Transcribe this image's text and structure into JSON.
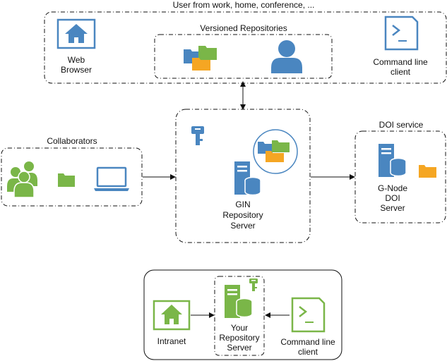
{
  "top_group": {
    "title": "User from work, home, conference, ...",
    "web_browser": [
      "Web",
      "Browser"
    ],
    "versioned_repositories": "Versioned Repositories",
    "command_line": [
      "Command line",
      "client"
    ]
  },
  "collaborators": {
    "title": "Collaborators"
  },
  "gin_server": {
    "label": [
      "GIN",
      "Repository",
      "Server"
    ]
  },
  "doi_service": {
    "title": "DOI service",
    "label": [
      "G-Node",
      "DOI",
      "Server"
    ]
  },
  "bottom_group": {
    "intranet": "Intranet",
    "your_server": [
      "Your",
      "Repository",
      "Server"
    ],
    "command_line": [
      "Command line",
      "client"
    ]
  },
  "colors": {
    "blue": "#4a86c0",
    "green": "#7ab648",
    "orange": "#f5a623"
  }
}
